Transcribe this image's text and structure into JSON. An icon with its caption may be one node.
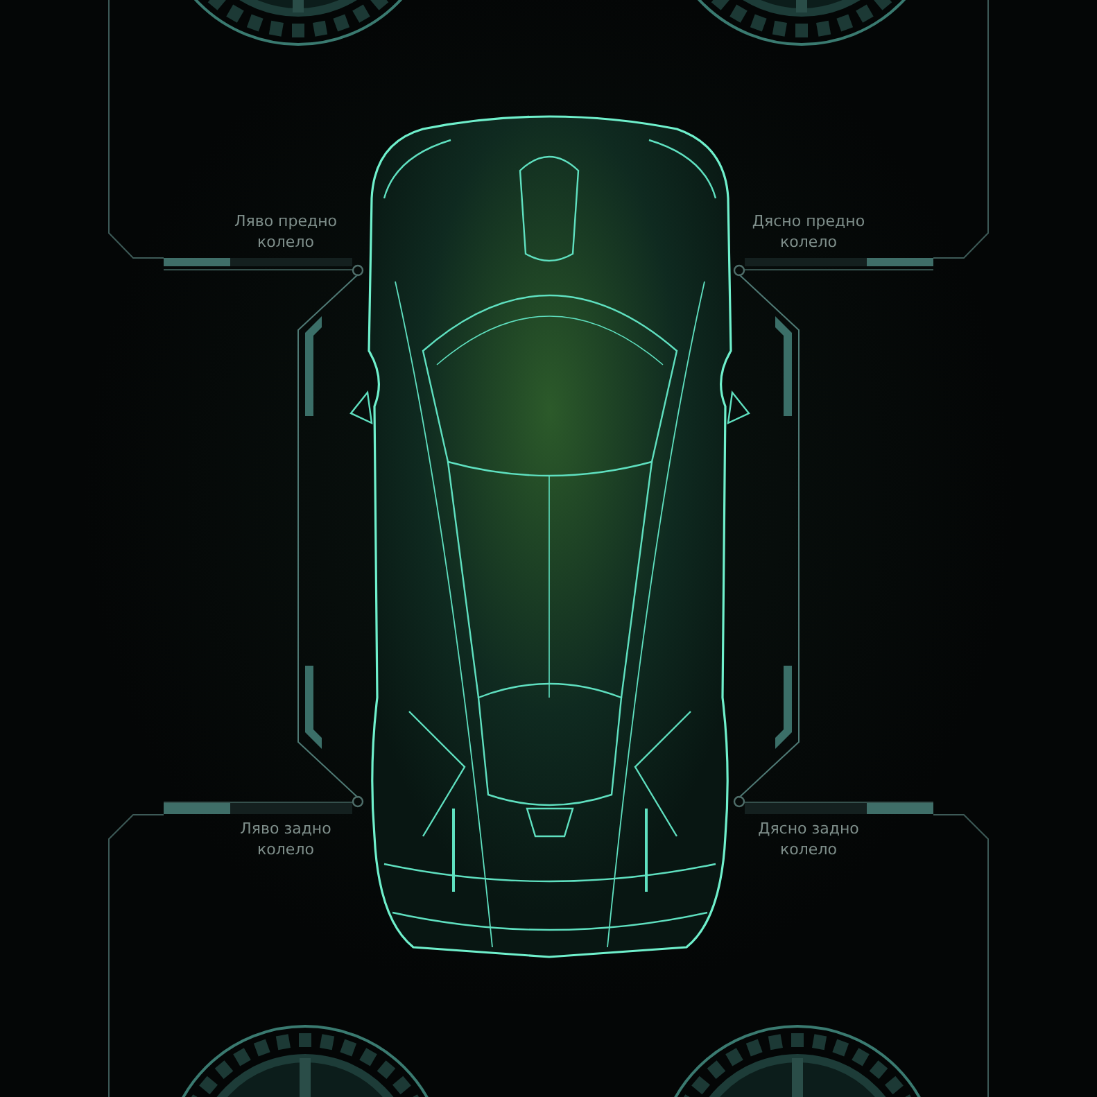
{
  "diagram": {
    "nodes": [
      {
        "text": [
          "Ляво предно колело"
        ]
      },
      {
        "text": [
          "Дясно предно колело"
        ]
      },
      {
        "text": [],
        "shape": "picture"
      },
      {
        "text": [
          "Ляво задно колело"
        ]
      },
      {
        "text": [
          "Дясно задно колело"
        ]
      }
    ],
    "edges": [
      {
        "from": 0,
        "to": 3,
        "arrow": "none"
      },
      {
        "from": 1,
        "to": 4,
        "arrow": "none"
      }
    ]
  }
}
